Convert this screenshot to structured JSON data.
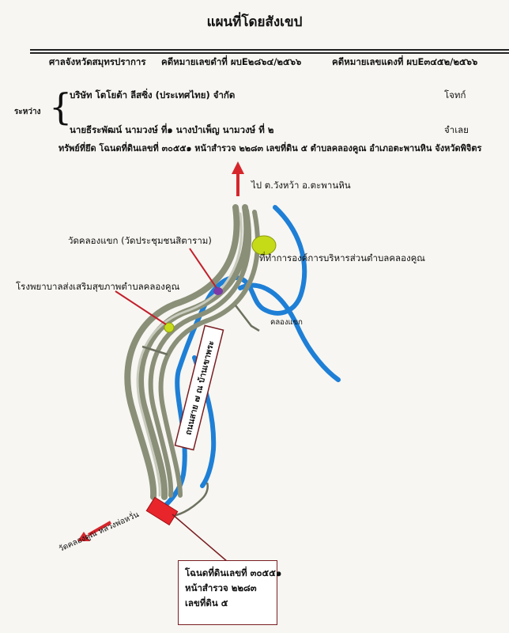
{
  "header": {
    "title": "แผนที่โดยสังเขป",
    "court": "ศาลจังหวัดสมุทรปราการ",
    "black_case": "คดีหมายเลขดำที่ ผบE๒๘๖๔/๒๕๖๖",
    "red_case": "คดีหมายเลขแดงที่ ผบE๓๔๕๒/๒๕๖๖"
  },
  "parties": {
    "between_label": "ระหว่าง",
    "plaintiff": "บริษัท โตโยต้า ลีสซิ่ง (ประเทศไทย) จำกัด",
    "plaintiff_role": "โจทก์",
    "defendant": "นายธีระพัฒน์ นามวงษ์ ที่๑ นางบำเพ็ญ นามวงษ์ ที่ ๒",
    "defendant_role": "จำเลย"
  },
  "property": "ทรัพย์ที่ยึด โฉนดที่ดินเลขที่ ๓๐๕๕๑ หน้าสำรวจ ๒๒๘๓ เลขที่ดิน ๕ ตำบลคลองคูณ อำเภอตะพานหิน จังหวัดพิจิตร",
  "map": {
    "north_direction": "ไป ต.วังหว้า อ.ตะพานหิน",
    "south_direction": "วัดคลองคูณ หลวงพ่อหวั่น",
    "temple": "วัดคลองแขก (วัดประชุมชนสิตาราม)",
    "tao_office": "ที่ทำการองค์การบริหารส่วนตำบลคลองคูณ",
    "hospital": "โรงพยาบาลส่งเสริมสุขภาพตำบลคลองคูณ",
    "canal": "คลองแขก",
    "road_label": "ถนนสาย ๗ ณ บ้านเขาพระ",
    "colors": {
      "road": "#8a8f78",
      "canal": "#1e7fd6",
      "arrow": "#d6262c",
      "plot": "#e8252b",
      "marker_green": "#c6db18",
      "marker_purple": "#7b3aa8"
    }
  },
  "land_box": {
    "line1": "โฉนดที่ดินเลขที่ ๓๐๕๕๑",
    "line2": "หน้าสำรวจ ๒๒๘๓",
    "line3": "เลขที่ดิน ๕"
  }
}
